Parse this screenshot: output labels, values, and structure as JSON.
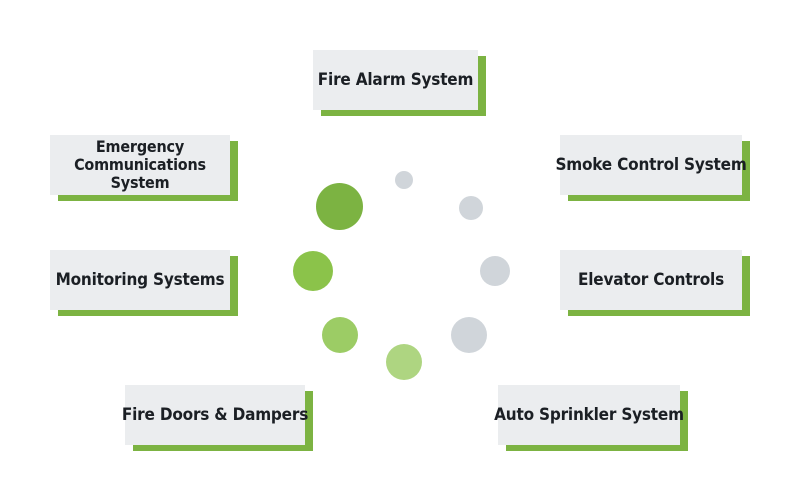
{
  "systems": {
    "fire_alarm": "Fire Alarm System",
    "smoke_control": "Smoke Control System",
    "elevator_controls": "Elevator Controls",
    "auto_sprinkler": "Auto Sprinkler System",
    "fire_doors": "Fire Doors & Dampers",
    "monitoring": "Monitoring Systems",
    "emergency_comms": "Emergency Communications System"
  },
  "colors": {
    "accent_green": "#7cb342",
    "card_bg": "#ebedef",
    "text": "#1b1f24",
    "dot_green_1": "#7cb342",
    "dot_green_2": "#8bc34a",
    "dot_green_3": "#9ccc65",
    "dot_green_4": "#aed581",
    "dot_gray_1": "#d5d9dd",
    "dot_gray_2": "#cfd4d9",
    "dot_gray_3": "#c8ced4",
    "dot_gray_4": "#d0d5da"
  },
  "loader_dots": [
    {
      "name": "dot-1",
      "color": "#d0d5da"
    },
    {
      "name": "dot-2",
      "color": "#d0d5da"
    },
    {
      "name": "dot-3",
      "color": "#d0d5da"
    },
    {
      "name": "dot-4",
      "color": "#d0d5da"
    },
    {
      "name": "dot-5",
      "color": "#aed581"
    },
    {
      "name": "dot-6",
      "color": "#9ccc65"
    },
    {
      "name": "dot-7",
      "color": "#8bc34a"
    },
    {
      "name": "dot-8",
      "color": "#7cb342"
    }
  ]
}
